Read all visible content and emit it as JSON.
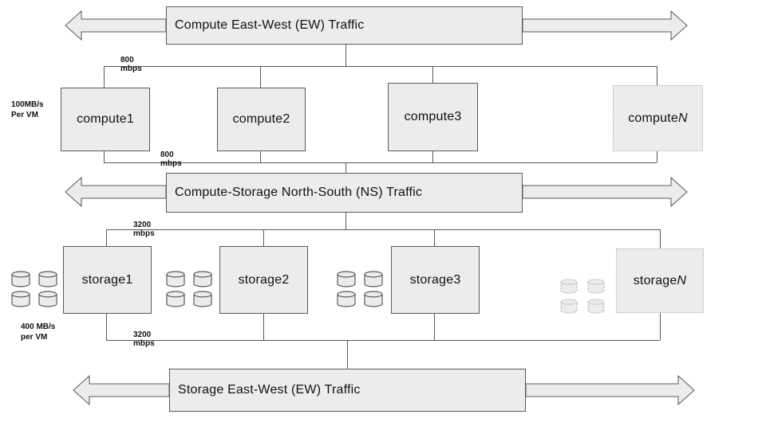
{
  "banners": {
    "compute_ew": "Compute East-West (EW) Traffic",
    "north_south": "Compute-Storage North-South (NS) Traffic",
    "storage_ew": "Storage East-West (EW) Traffic"
  },
  "nodes": {
    "compute": [
      {
        "name": "compute1",
        "suffix": ""
      },
      {
        "name": "compute2",
        "suffix": ""
      },
      {
        "name": "compute3",
        "suffix": ""
      },
      {
        "name": "compute",
        "suffix": "N"
      }
    ],
    "storage": [
      {
        "name": "storage1",
        "suffix": ""
      },
      {
        "name": "storage2",
        "suffix": ""
      },
      {
        "name": "storage3",
        "suffix": ""
      },
      {
        "name": "storage",
        "suffix": "N"
      }
    ]
  },
  "link_labels": {
    "compute_top": {
      "value": "800",
      "unit": "mbps"
    },
    "compute_bottom": {
      "value": "800",
      "unit": "mbps"
    },
    "storage_top": {
      "value": "3200",
      "unit": "mbps"
    },
    "storage_bottom": {
      "value": "3200",
      "unit": "mbps"
    }
  },
  "rate_labels": {
    "compute": {
      "line1": "100MB/s",
      "line2": "Per VM"
    },
    "storage": {
      "line1": "400 MB/s",
      "line2": "per VM"
    }
  },
  "icons": {
    "disk": "database-cylinder-icon",
    "arrow_left": "block-arrow-left-icon",
    "arrow_right": "block-arrow-right-icon"
  },
  "colors": {
    "node_fill": "#ececec",
    "node_border": "#595959",
    "line": "#595959",
    "dashed_border": "#b3b3b3",
    "text": "#111111"
  }
}
